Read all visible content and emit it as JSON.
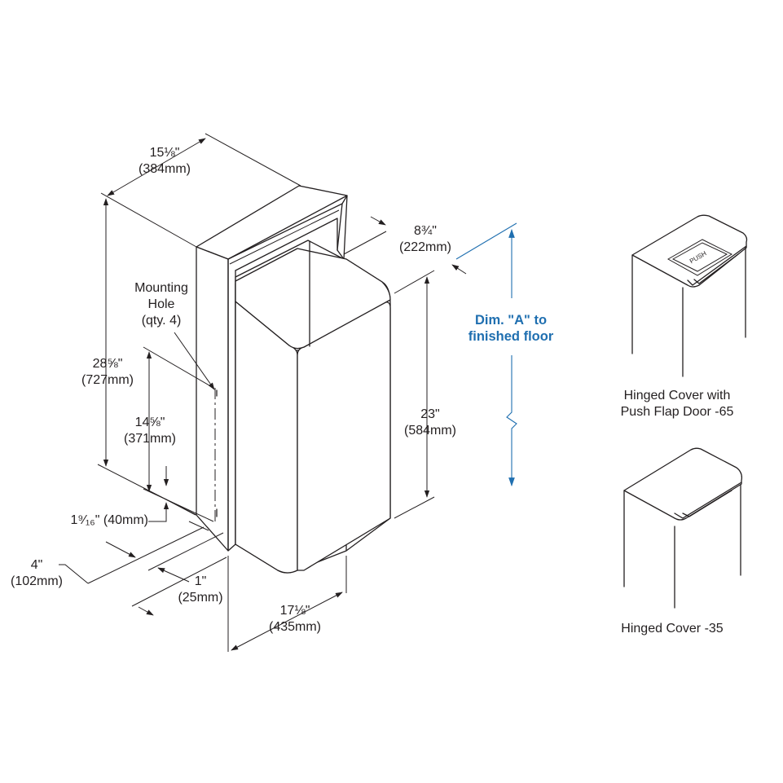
{
  "dimensions": {
    "width_top": {
      "fraction": "15⅛\"",
      "metric": "(384mm)"
    },
    "depth_top": {
      "fraction": "8¾\"",
      "metric": "(222mm)"
    },
    "height_total": {
      "fraction": "28⅝\"",
      "metric": "(727mm)"
    },
    "mounting_hole": {
      "line1": "Mounting",
      "line2": "Hole",
      "line3": "(qty. 4)"
    },
    "mounting_spacing": {
      "fraction": "14⅝\"",
      "metric": "(371mm)"
    },
    "bottom_offset": {
      "text": "1⁹⁄₁₆\" (40mm)"
    },
    "depth_4in": {
      "fraction": "4\"",
      "metric": "(102mm)"
    },
    "depth_1in": {
      "fraction": "1\"",
      "metric": "(25mm)"
    },
    "container_height": {
      "fraction": "23\"",
      "metric": "(584mm)"
    },
    "width_bottom": {
      "fraction": "17⅛\"",
      "metric": "(435mm)"
    }
  },
  "dim_a": {
    "line1": "Dim. \"A\" to",
    "line2": "finished floor"
  },
  "variants": {
    "push_flap": {
      "line1": "Hinged Cover with",
      "line2": "Push Flap Door -65",
      "push_label": "PUSH"
    },
    "hinged": {
      "label": "Hinged Cover -35"
    }
  },
  "colors": {
    "ink": "#231f20",
    "accent": "#1f6fb0"
  }
}
